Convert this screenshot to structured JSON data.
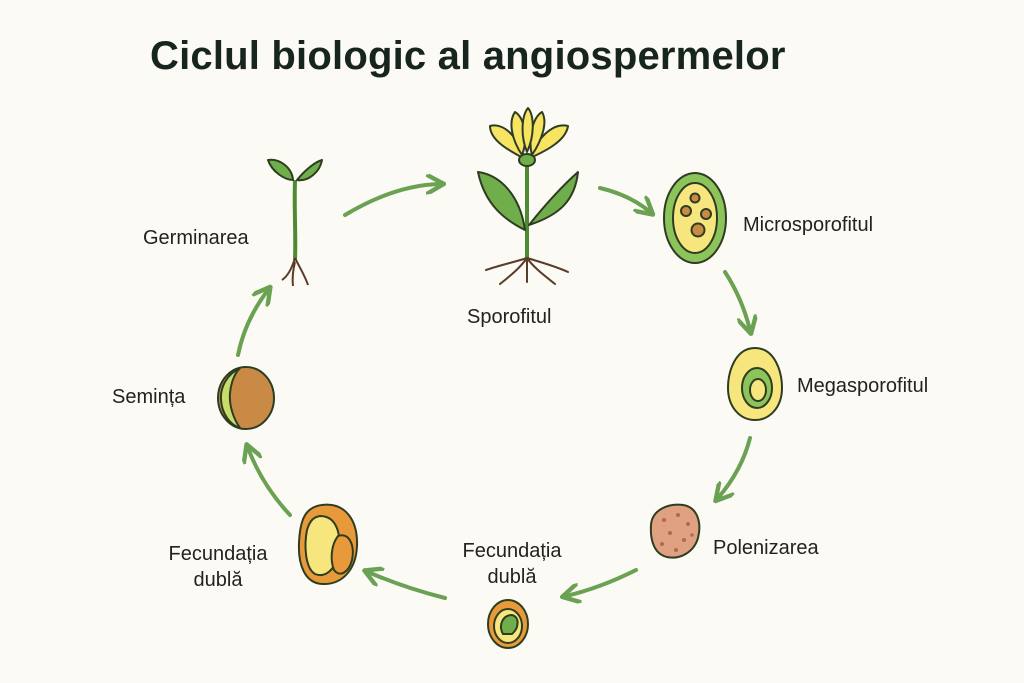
{
  "title": "Ciclul biologic al angiospermelor",
  "stages": {
    "sporofit": {
      "label": "Sporofitul",
      "icon": "flowering-plant-icon"
    },
    "microsporofit": {
      "label": "Microsporofitul",
      "icon": "pollen-sac-icon"
    },
    "megasporofit": {
      "label": "Megasporofitul",
      "icon": "ovule-icon"
    },
    "polenizare": {
      "label": "Polenizarea",
      "icon": "pollen-grain-icon"
    },
    "fecundatie1": {
      "label_line1": "Fecundația",
      "label_line2": "dublă",
      "icon": "fertilized-ovule-icon"
    },
    "fecundatie2": {
      "label_line1": "Fecundația",
      "label_line2": "dublă",
      "icon": "seed-section-icon"
    },
    "saminta": {
      "label": "Semința",
      "icon": "seed-icon"
    },
    "germinare": {
      "label": "Germinarea",
      "icon": "seedling-icon"
    }
  },
  "colors": {
    "arrow": "#6aa152",
    "leaf": "#6fae4a",
    "petal": "#f7e463",
    "seed": "#c98a45",
    "pollen": "#e0a183"
  }
}
